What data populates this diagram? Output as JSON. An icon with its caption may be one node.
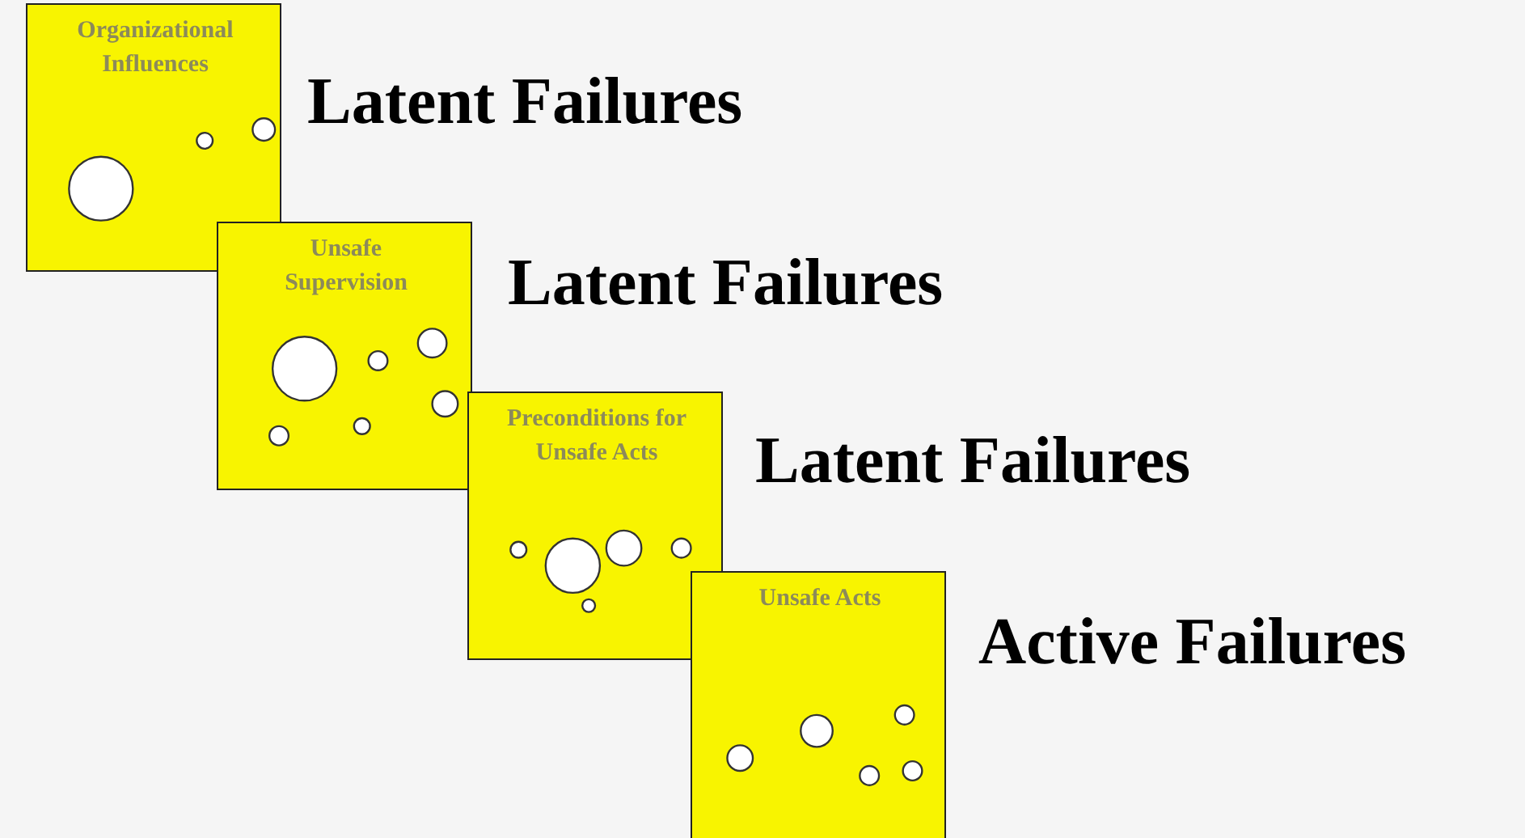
{
  "diagram": {
    "nodes": [
      {
        "text": [
          "Organizational Influences"
        ],
        "beside": [
          "Latent Failures"
        ]
      },
      {
        "text": [
          "Unsafe Supervision"
        ],
        "beside": [
          "Latent Failures"
        ]
      },
      {
        "text": [
          "Preconditions for Unsafe Acts"
        ],
        "beside": [
          "Latent Failures"
        ]
      },
      {
        "text": [
          "Unsafe Acts"
        ],
        "beside": [
          "Active Failures"
        ]
      }
    ]
  }
}
